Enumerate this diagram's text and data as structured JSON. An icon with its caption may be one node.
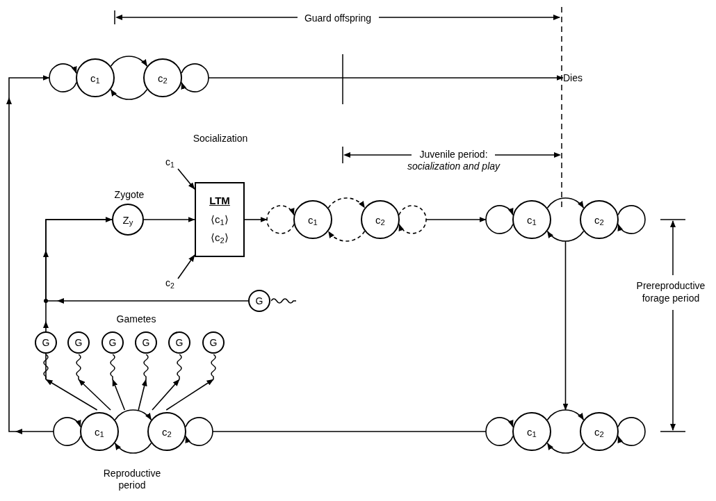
{
  "diagram": {
    "nodes": [
      {
        "text": [],
        "shape": "cluster"
      },
      {
        "text": [
          "c$_{1}$"
        ],
        "in": 0
      },
      {
        "text": [
          "c$_{2}$"
        ],
        "in": 0
      },
      {
        "text": [
          "Dies"
        ]
      },
      {
        "text": [
          "Z$_{y}$"
        ],
        "beside": [
          "Zygote"
        ]
      },
      {
        "text": [
          "LTM",
          "⟨c$_{1}$⟩",
          "⟨c$_{2}$⟩"
        ]
      },
      {
        "text": [
          "c$_{1}$"
        ]
      },
      {
        "text": [
          "c$_{2}$"
        ]
      },
      {
        "text": [],
        "shape": "cluster"
      },
      {
        "text": [
          "c$_{1}$"
        ],
        "in": 8
      },
      {
        "text": [
          "c$_{2}$"
        ],
        "in": 8
      },
      {
        "text": [],
        "shape": "cluster"
      },
      {
        "text": [
          "c$_{1}$"
        ],
        "in": 11
      },
      {
        "text": [
          "c$_{2}$"
        ],
        "in": 11
      },
      {
        "text": [],
        "shape": "cluster"
      },
      {
        "text": [
          "c$_{1}$"
        ],
        "in": 14
      },
      {
        "text": [
          "c$_{2}$"
        ],
        "in": 14
      },
      {
        "text": [],
        "shape": "cluster",
        "beside": [
          "Reproductive period"
        ]
      },
      {
        "text": [
          "c$_{1}$"
        ],
        "in": 17
      },
      {
        "text": [
          "c$_{2}$"
        ],
        "in": 17
      },
      {
        "text": [
          "G"
        ]
      },
      {
        "text": [
          "G"
        ]
      },
      {
        "text": [
          "G"
        ]
      },
      {
        "text": [
          "G"
        ]
      },
      {
        "text": [
          "G"
        ]
      },
      {
        "text": [
          "G"
        ]
      },
      {
        "text": [
          "G"
        ]
      }
    ],
    "edges": [
      {
        "from": 1,
        "to": 1,
        "arrow": "to"
      },
      {
        "from": 1,
        "to": 2,
        "arrow": "to"
      },
      {
        "from": 2,
        "to": 1,
        "arrow": "to"
      },
      {
        "from": 2,
        "to": 2,
        "arrow": "to"
      },
      {
        "from": 9,
        "to": 9,
        "arrow": "to",
        "style": "dashed"
      },
      {
        "from": 9,
        "to": 10,
        "arrow": "to",
        "style": "dashed"
      },
      {
        "from": 10,
        "to": 9,
        "arrow": "to",
        "style": "dashed"
      },
      {
        "from": 10,
        "to": 10,
        "arrow": "to",
        "style": "dashed"
      },
      {
        "from": 12,
        "to": 12,
        "arrow": "to"
      },
      {
        "from": 12,
        "to": 13,
        "arrow": "to"
      },
      {
        "from": 13,
        "to": 12,
        "arrow": "to"
      },
      {
        "from": 13,
        "to": 13,
        "arrow": "to"
      },
      {
        "from": 15,
        "to": 15,
        "arrow": "to"
      },
      {
        "from": 15,
        "to": 16,
        "arrow": "to"
      },
      {
        "from": 16,
        "to": 15,
        "arrow": "to"
      },
      {
        "from": 16,
        "to": 16,
        "arrow": "to"
      },
      {
        "from": 18,
        "to": 18,
        "arrow": "to"
      },
      {
        "from": 18,
        "to": 19,
        "arrow": "to"
      },
      {
        "from": 19,
        "to": 18,
        "arrow": "to"
      },
      {
        "from": 19,
        "to": 19,
        "arrow": "to"
      },
      {
        "from": 17,
        "to": 0,
        "arrow": "to"
      },
      {
        "from": 0,
        "to": 3,
        "arrow": "to"
      },
      {
        "from": 4,
        "to": 5,
        "arrow": "to"
      },
      {
        "from": 6,
        "to": 5,
        "arrow": "to"
      },
      {
        "from": 7,
        "to": 5,
        "arrow": "to"
      },
      {
        "from": 5,
        "to": 8,
        "arrow": "to"
      },
      {
        "from": 8,
        "to": 11,
        "arrow": "to"
      },
      {
        "from": 11,
        "to": 14,
        "arrow": "to"
      },
      {
        "from": 14,
        "to": 17,
        "arrow": "none"
      },
      {
        "from": 21,
        "to": 4,
        "arrow": "to"
      },
      {
        "from": 20,
        "to": 4,
        "arrow": "to"
      },
      {
        "from": 17,
        "to": 21,
        "arrow": "to"
      },
      {
        "from": 17,
        "to": 22,
        "arrow": "to"
      },
      {
        "from": 17,
        "to": 23,
        "arrow": "to"
      },
      {
        "from": 17,
        "to": 24,
        "arrow": "to"
      },
      {
        "from": 17,
        "to": 25,
        "arrow": "to"
      },
      {
        "from": 17,
        "to": 26,
        "arrow": "to"
      }
    ],
    "labels": [
      "Guard offspring",
      "Socialization",
      "Juvenile period: *socialization and play*",
      "Prereproductive forage period",
      "Gametes"
    ]
  }
}
